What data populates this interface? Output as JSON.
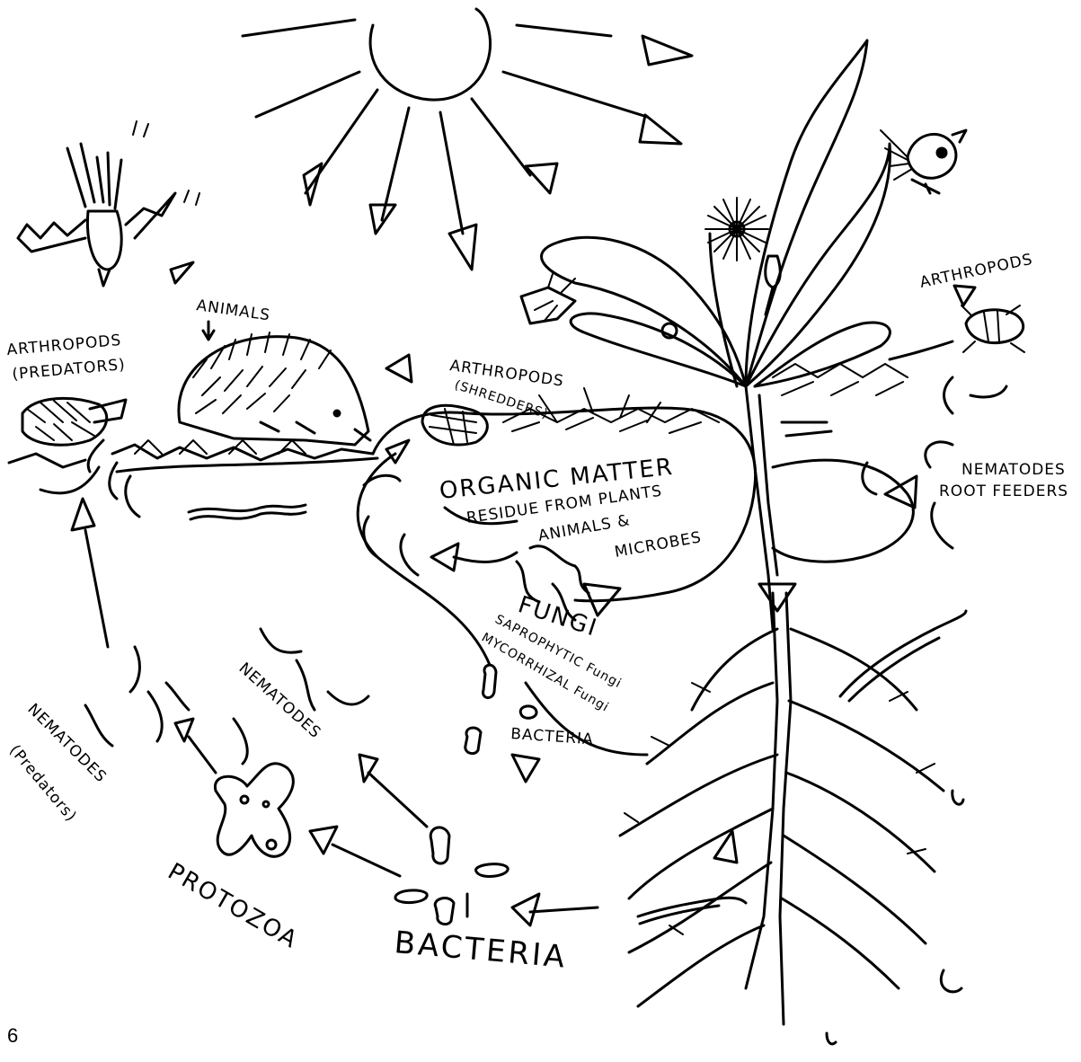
{
  "labels": {
    "animals": "ANIMALS",
    "arthropods_predators_1": "ARTHROPODS",
    "arthropods_predators_2": "(PREDATORS)",
    "arthropods_shredders_1": "ARTHROPODS",
    "arthropods_shredders_2": "(SHREDDERS)",
    "arthropods_right": "ARTHROPODS",
    "organic_matter": "ORGANIC MATTER",
    "residue_1": "RESIDUE FROM PLANTS",
    "residue_2": "ANIMALS &",
    "residue_3": "MICROBES",
    "nematodes_root_1": "NEMATODES",
    "nematodes_root_2": "ROOT FEEDERS",
    "fungi": "FUNGI",
    "fungi_sap": "SAPROPHYTIC Fungi",
    "fungi_myc": "MYCORRHIZAL Fungi",
    "bacteria_upper": "BACTERIA",
    "nematodes_center": "NEMATODES",
    "nematodes_pred_1": "NEMATODES",
    "nematodes_pred_2": "(Predators)",
    "protozoa": "PROTOZOA",
    "bacteria_lower": "BACTERIA"
  },
  "page_number": "6",
  "icons": [
    "sun-icon",
    "bird-icon",
    "hedgehog-icon",
    "plant-icon",
    "arthropod-icon",
    "nematode-icon",
    "bacteria-icon",
    "protozoa-icon",
    "earthworm-icon",
    "root-icon",
    "arrow-icon"
  ]
}
